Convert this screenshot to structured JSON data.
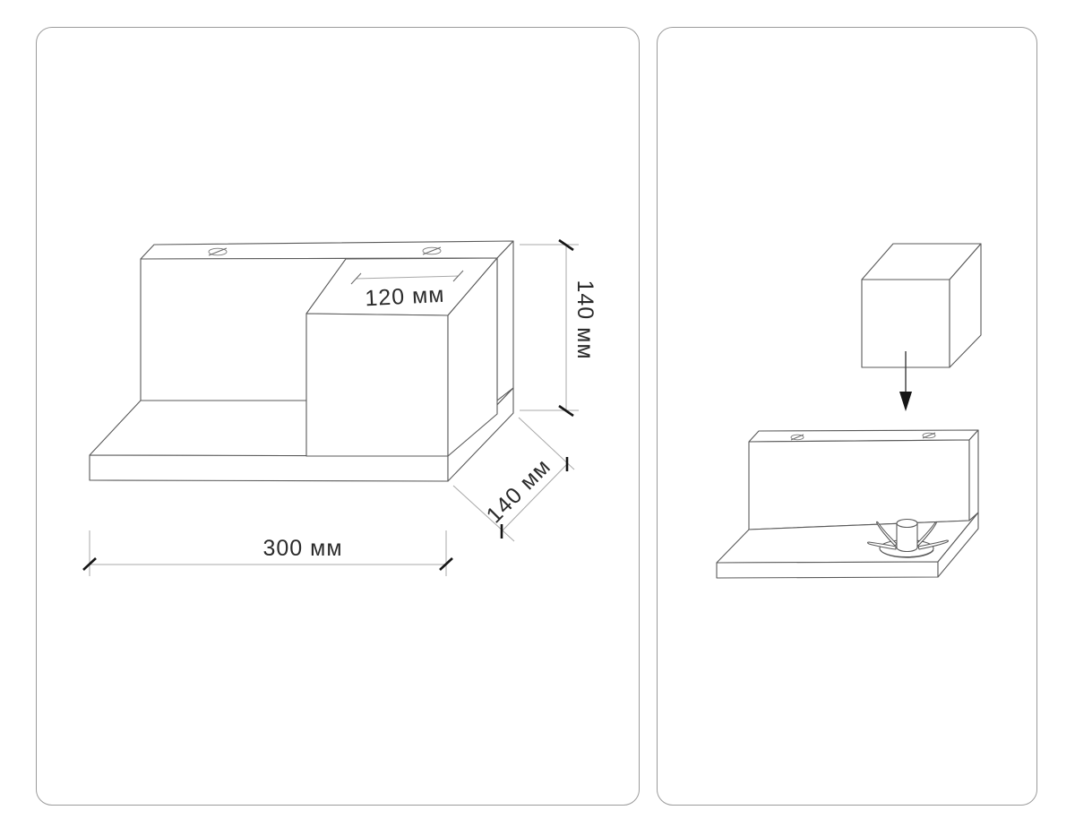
{
  "colors": {
    "background": "#ffffff",
    "panel_border": "#9b9b9b",
    "figure_line": "#5a5a5a",
    "dimension_line": "#a8a8a8",
    "tick": "#161616",
    "text": "#2b2b2b"
  },
  "panels": {
    "left": {
      "name": "product-dimensions-drawing",
      "dimensions": {
        "head_width_label": "120 мм",
        "height_label": "140 мм",
        "depth_label": "140 мм",
        "width_label": "300 мм"
      },
      "icons": [
        "screw-icon",
        "screw-icon"
      ]
    },
    "right": {
      "name": "assembly-instruction-drawing",
      "icons": [
        "screw-icon",
        "screw-icon",
        "arrow-down-icon",
        "lamp-socket-icon"
      ]
    }
  }
}
